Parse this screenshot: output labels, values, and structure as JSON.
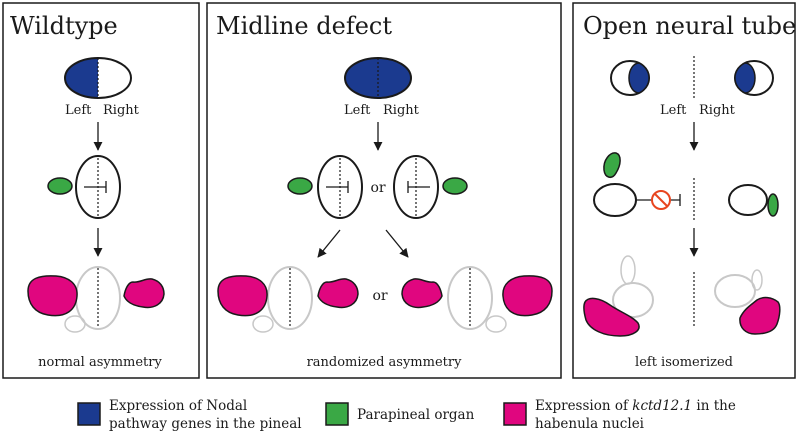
{
  "panels": [
    {
      "title": "Wildtype",
      "left_label": "Left",
      "right_label": "Right",
      "outcome": "normal asymmetry"
    },
    {
      "title": "Midline defect",
      "left_label": "Left",
      "right_label": "Right",
      "or_label": "or",
      "outcome": "randomized asymmetry"
    },
    {
      "title": "Open neural tube",
      "left_label": "Left",
      "right_label": "Right",
      "outcome": "left isomerized"
    }
  ],
  "legend": [
    {
      "lines": [
        "Expression of Nodal",
        "pathway genes in the pineal"
      ],
      "color": "#1b3a8f"
    },
    {
      "lines": [
        "Parapineal organ"
      ],
      "color": "#3aa845"
    },
    {
      "lines": [
        "Expression of kctd12.1 in the",
        "habenula nuclei"
      ],
      "italic": "kctd12.1",
      "color": "#e0067f"
    }
  ],
  "colors": {
    "nodal": "#1b3a8f",
    "parapineal": "#3aa845",
    "habenula": "#e0067f",
    "outline": "#1a1a1a",
    "faded": "#c8c8c8",
    "inhibit": "#e8451f"
  }
}
